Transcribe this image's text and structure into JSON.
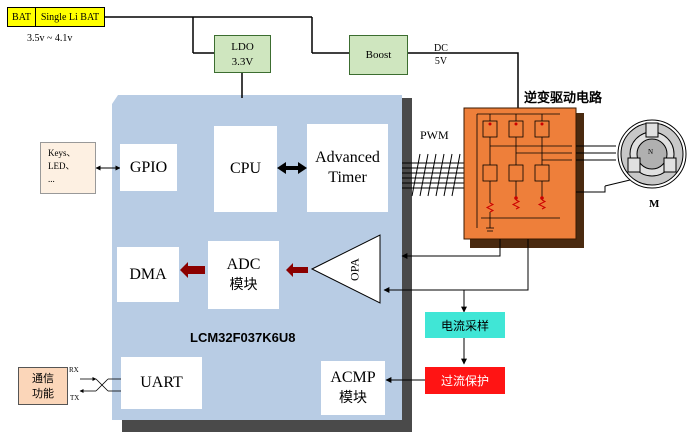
{
  "battery": {
    "bat_label": "BAT",
    "type_label": "Single Li BAT",
    "voltage_range": "3.5v ~ 4.1v"
  },
  "ldo": {
    "line1": "LDO",
    "line2": "3.3V"
  },
  "boost": {
    "label": "Boost"
  },
  "dc_output": {
    "line1": "DC",
    "line2": "5V"
  },
  "inverter": {
    "title": "逆变驱动电路"
  },
  "motor": {
    "label": "M",
    "center_mark": "N"
  },
  "pwm_label": "PWM",
  "keys_box": {
    "line1": "Keys、",
    "line2": "LED、",
    "line3": "..."
  },
  "mcu": {
    "name": "LCM32F037K6U8",
    "gpio": "GPIO",
    "cpu": "CPU",
    "timer_line1": "Advanced",
    "timer_line2": "Timer",
    "adc_line1": "ADC",
    "adc_line2": "模块",
    "dma": "DMA",
    "opa": "OPA",
    "uart": "UART",
    "acmp_line1": "ACMP",
    "acmp_line2": "模块"
  },
  "current_sampling": "电流采样",
  "overcurrent_protection": "过流保护",
  "comm_box": {
    "line1": "通信",
    "line2": "功能",
    "rx": "RX",
    "tx": "TX"
  },
  "colors": {
    "battery": "#ffff00",
    "ldo_boost": "#cfe6bf",
    "mcu_body": "#b8cce4",
    "mcu_shadow": "#4a4a4a",
    "inverter_body": "#ee7f3a",
    "inverter_shadow": "#4a2a10",
    "current_sampling": "#40e6d6",
    "overcurrent_protection": "#ff1414",
    "comm_box": "#fbd6b9",
    "keys_box": "#fdf0e2",
    "dark_red_arrow": "#8b0000"
  }
}
